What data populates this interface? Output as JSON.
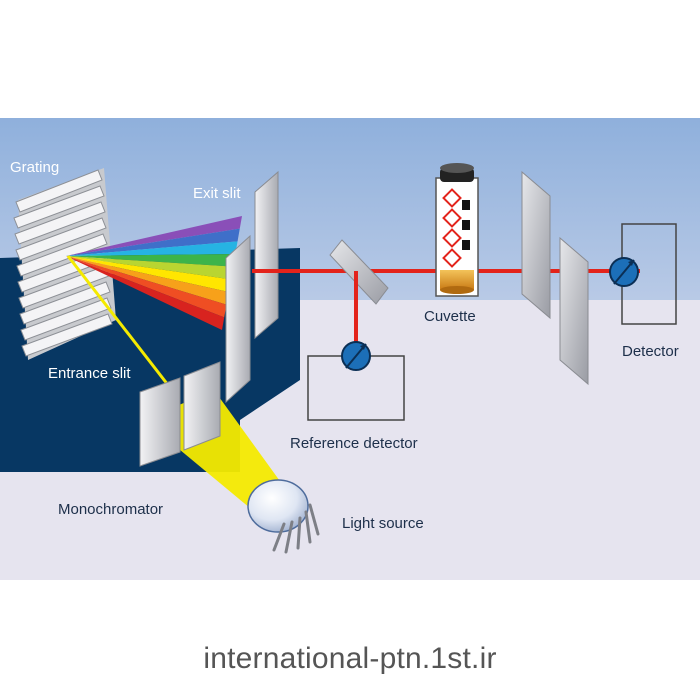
{
  "labels": {
    "grating": "Grating",
    "exit_slit": "Exit slit",
    "entrance_slit": "Entrance slit",
    "monochromator": "Monochromator",
    "light_source": "Light source",
    "cuvette": "Cuvette",
    "reference_detector": "Reference detector",
    "detector": "Detector"
  },
  "footer": {
    "url": "international-ptn.1st.ir"
  },
  "colors": {
    "sky_top": "#8fb0dc",
    "sky_bottom": "#e4e6f1",
    "floor": "#e8e6f0",
    "monochromator_box": "#073763",
    "beam_red": "#e3231b",
    "light_yellow": "#f4ea00",
    "detector_blue": "#1c6fb8"
  },
  "spectrum_colors": [
    "#8a4fb8",
    "#3f6fc9",
    "#26b3e3",
    "#3cb44a",
    "#b9d531",
    "#ffe600",
    "#f7a11a",
    "#ef4e23",
    "#d8231f"
  ]
}
